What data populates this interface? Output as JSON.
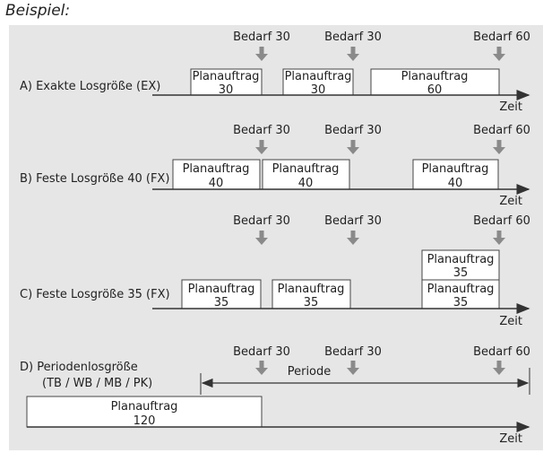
{
  "heading": "Beispiel:",
  "colors": {
    "panel": "#e6e6e6",
    "demand_arrow": "#8a8a8a"
  },
  "axis_label": "Zeit",
  "demands": [
    "Bedarf 30",
    "Bedarf 30",
    "Bedarf 60"
  ],
  "rows": [
    {
      "label": "A)  Exakte Losgröße (EX)",
      "orders": [
        {
          "title": "Planauftrag",
          "qty": "30"
        },
        {
          "title": "Planauftrag",
          "qty": "30"
        },
        {
          "title": "Planauftrag",
          "qty": "60"
        }
      ]
    },
    {
      "label": "B)  Feste Losgröße 40 (FX)",
      "orders": [
        {
          "title": "Planauftrag",
          "qty": "40"
        },
        {
          "title": "Planauftrag",
          "qty": "40"
        },
        {
          "title": "Planauftrag",
          "qty": "40"
        }
      ]
    },
    {
      "label": "C)  Feste Losgröße 35 (FX)",
      "orders": [
        {
          "title": "Planauftrag",
          "qty": "35"
        },
        {
          "title": "Planauftrag",
          "qty": "35"
        },
        {
          "title": "Planauftrag",
          "qty": "35"
        },
        {
          "title": "Planauftrag",
          "qty": "35"
        }
      ]
    },
    {
      "label": "D)  Periodenlosgröße",
      "label2": "(TB / WB / MB / PK)",
      "period_label": "Periode",
      "orders": [
        {
          "title": "Planauftrag",
          "qty": "120"
        }
      ]
    }
  ]
}
